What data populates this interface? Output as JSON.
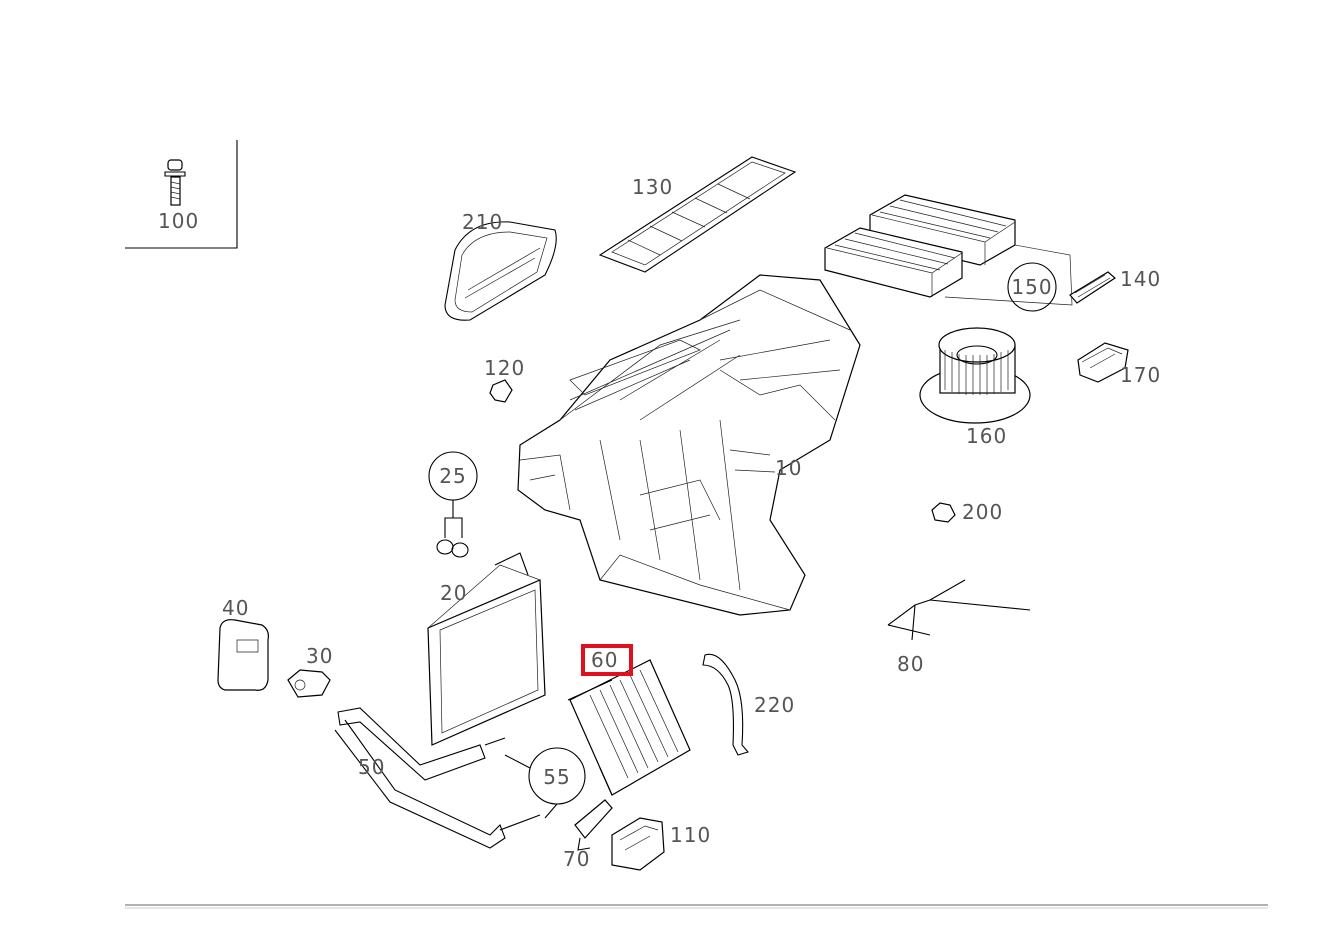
{
  "diagram": {
    "highlight_color": "#e0101c",
    "highlighted_part": "60",
    "part_numbers": [
      {
        "id": "p100",
        "label": "100"
      },
      {
        "id": "p130",
        "label": "130"
      },
      {
        "id": "p210",
        "label": "210"
      },
      {
        "id": "p140",
        "label": "140"
      },
      {
        "id": "p150",
        "label": "150"
      },
      {
        "id": "p120",
        "label": "120"
      },
      {
        "id": "p170",
        "label": "170"
      },
      {
        "id": "p160",
        "label": "160"
      },
      {
        "id": "p10",
        "label": "10"
      },
      {
        "id": "p25",
        "label": "25"
      },
      {
        "id": "p200",
        "label": "200"
      },
      {
        "id": "p20",
        "label": "20"
      },
      {
        "id": "p40",
        "label": "40"
      },
      {
        "id": "p30",
        "label": "30"
      },
      {
        "id": "p60",
        "label": "60"
      },
      {
        "id": "p80",
        "label": "80"
      },
      {
        "id": "p220",
        "label": "220"
      },
      {
        "id": "p50",
        "label": "50"
      },
      {
        "id": "p55",
        "label": "55"
      },
      {
        "id": "p110",
        "label": "110"
      },
      {
        "id": "p70",
        "label": "70"
      }
    ]
  }
}
